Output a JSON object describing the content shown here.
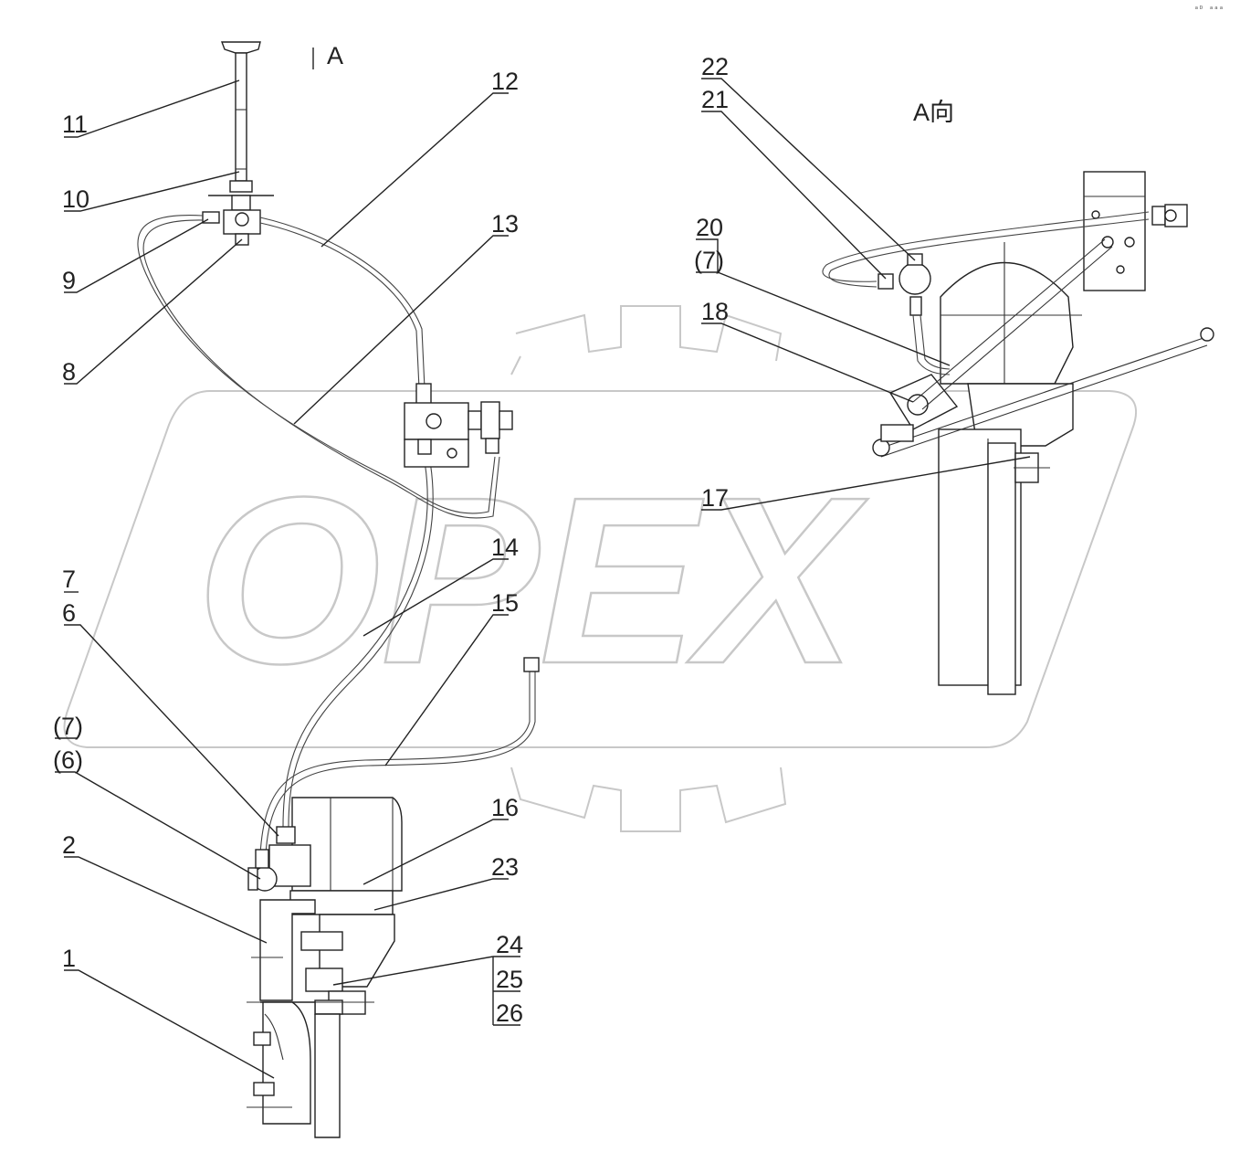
{
  "view_labels": {
    "section": "A",
    "view": "A向"
  },
  "watermark": "OPEX",
  "corner_mark": "ᵃᴰ ᵃᵃᵃ",
  "part_labels": {
    "p1": "1",
    "p2": "2",
    "p6": "6",
    "p7": "7",
    "p6b": "(6)",
    "p7b": "(7)",
    "p8": "8",
    "p9": "9",
    "p10": "10",
    "p11": "11",
    "p12": "12",
    "p13": "13",
    "p14": "14",
    "p15": "15",
    "p16": "16",
    "p17": "17",
    "p18": "18",
    "p20": "20",
    "p7c": "(7)",
    "p21": "21",
    "p22": "22",
    "p23": "23",
    "p24": "24",
    "p25": "25",
    "p26": "26"
  }
}
